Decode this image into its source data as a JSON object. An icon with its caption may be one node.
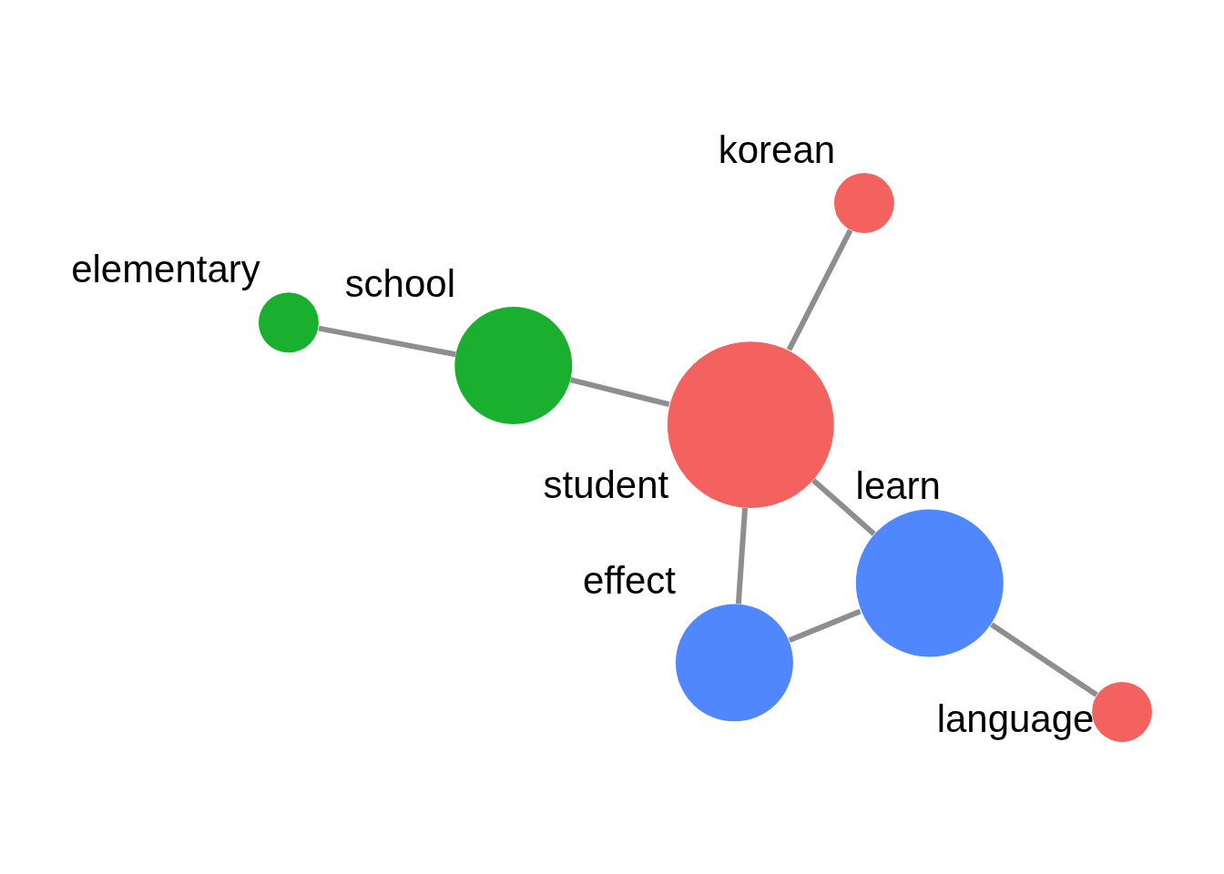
{
  "diagram": {
    "nodes": [
      {
        "text": [
          "language"
        ]
      },
      {
        "text": [
          "learn"
        ]
      },
      {
        "text": [
          "effect"
        ]
      },
      {
        "text": [
          "korean"
        ]
      },
      {
        "text": [
          "student"
        ]
      },
      {
        "text": [
          "school"
        ]
      },
      {
        "text": [
          "elementary"
        ]
      }
    ],
    "edges": [
      {
        "from": 1,
        "to": 0,
        "arrow": "none"
      },
      {
        "from": 4,
        "to": 1,
        "arrow": "none"
      },
      {
        "from": 1,
        "to": 2,
        "arrow": "none"
      },
      {
        "from": 4,
        "to": 2,
        "arrow": "none"
      },
      {
        "from": 3,
        "to": 4,
        "arrow": "none"
      },
      {
        "from": 4,
        "to": 5,
        "arrow": "none"
      },
      {
        "from": 5,
        "to": 6,
        "arrow": "none"
      }
    ]
  }
}
